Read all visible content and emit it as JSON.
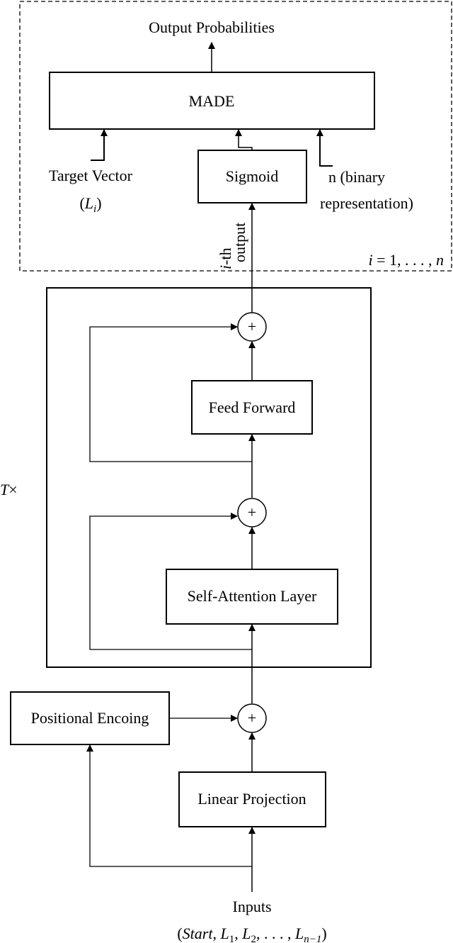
{
  "diagram": {
    "output_label": "Output Probabilities",
    "made_label": "MADE",
    "sigmoid_label": "Sigmoid",
    "target_vector_label": "Target Vector",
    "target_vector_symbol": "L",
    "target_vector_symbol_sub": "i",
    "n_label_line1": "n  (binary",
    "n_label_line2": "representation)",
    "ith_output_line1": "-th",
    "ith_output_i": "i",
    "ith_output_line2": "output",
    "loop_i": "i",
    "loop_eq": " = 1, . . . , ",
    "loop_n": "n",
    "repeat_T": "T",
    "repeat_times": "×",
    "plus_symbol": "+",
    "feed_forward_label": "Feed Forward",
    "self_attention_label": "Self-Attention Layer",
    "positional_label": "Positional Encoing",
    "linear_projection_label": "Linear Projection",
    "inputs_label": "Inputs",
    "inputs_seq": {
      "open": "(",
      "start": "Start",
      "comma": ", ",
      "l": "L",
      "s1": "1",
      "s2": "2",
      "dots": ". . . , ",
      "last": "n−1",
      "close": ")"
    }
  }
}
